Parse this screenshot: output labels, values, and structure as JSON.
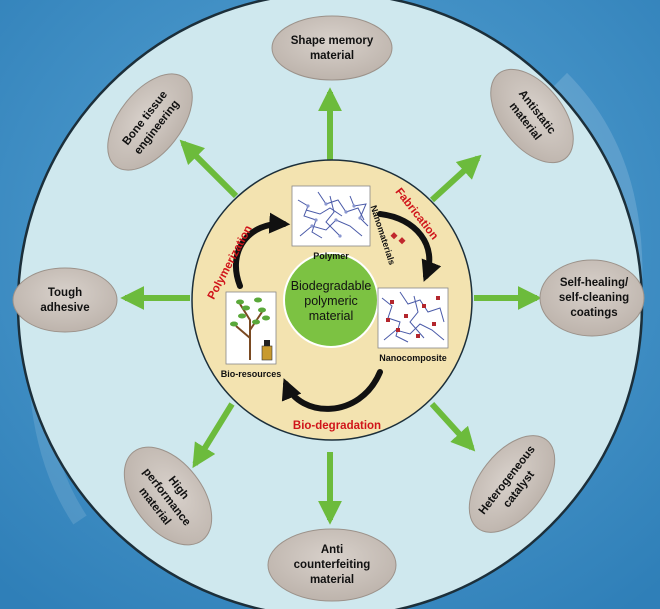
{
  "center": {
    "line1": "Biodegradable",
    "line2": "polymeric",
    "line3": "material"
  },
  "cycle": {
    "polymer": "Polymer",
    "nanocomposite": "Nanocomposite",
    "bio_resources": "Bio-resources",
    "nanomaterials": "Nanomaterials",
    "polymerization": "Polymerization",
    "fabrication": "Fabrication",
    "biodegradation": "Bio-degradation"
  },
  "applications": {
    "shape_memory": [
      "Shape memory",
      "material"
    ],
    "antistatic": [
      "Antistatic",
      "material"
    ],
    "self_healing": [
      "Self-healing/",
      "self-cleaning",
      "coatings"
    ],
    "catalyst": [
      "Heterogeneous",
      "catalyst"
    ],
    "anti_counterfeiting": [
      "Anti",
      "counterfeiting",
      "material"
    ],
    "high_performance": [
      "High",
      "performance",
      "material"
    ],
    "tough_adhesive": [
      "Tough",
      "adhesive"
    ],
    "bone_tissue": [
      "Bone tissue",
      "engineering"
    ]
  },
  "colors": {
    "background": "#3d8fc6",
    "outer_circle": "#cfe8ee",
    "inner_circle": "#f3e3b0",
    "center_circle": "#7cc242",
    "arrows": "#6cbb3c",
    "pills": "#cbc2bb",
    "process_labels": "#d0141a"
  }
}
